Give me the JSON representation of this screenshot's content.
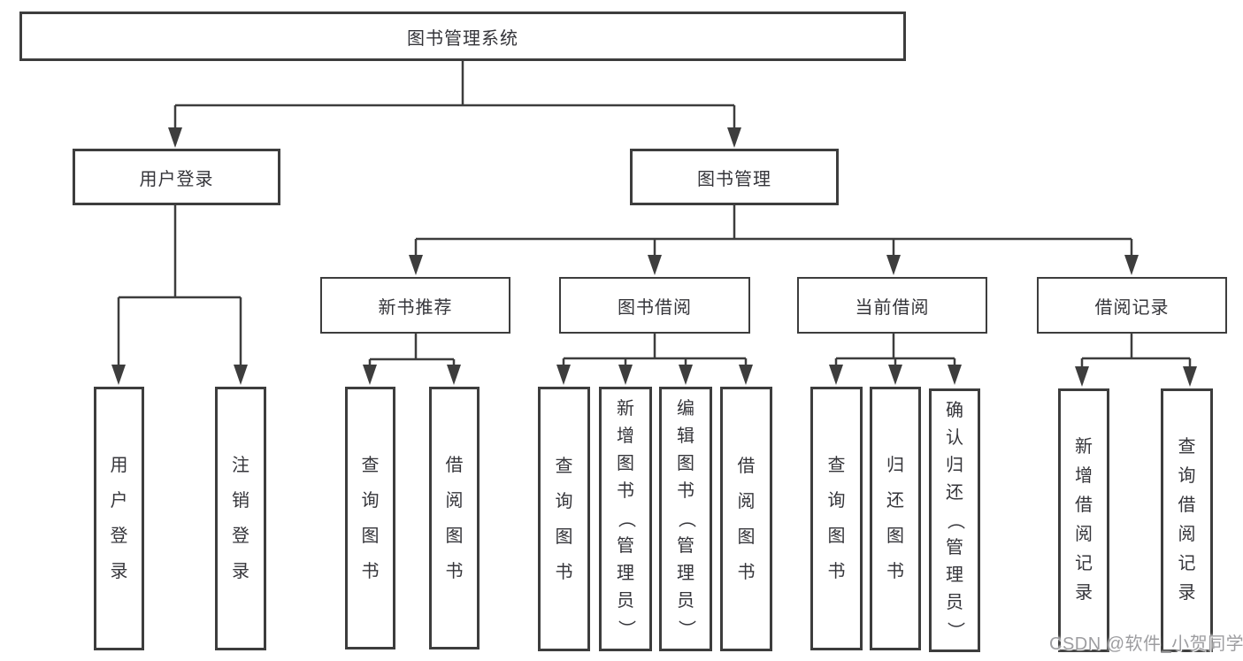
{
  "tree": {
    "root": {
      "label": "图书管理系统"
    },
    "user_login_branch": {
      "label": "用户登录",
      "children": [
        {
          "label": "用户登录"
        },
        {
          "label": "注销登录"
        }
      ]
    },
    "book_mgmt_branch": {
      "label": "图书管理",
      "groups": [
        {
          "label": "新书推荐",
          "children": [
            {
              "label": "查询图书"
            },
            {
              "label": "借阅图书"
            }
          ]
        },
        {
          "label": "图书借阅",
          "children": [
            {
              "label": "查询图书"
            },
            {
              "label": "新增图书（管理员）"
            },
            {
              "label": "编辑图书（管理员）"
            },
            {
              "label": "借阅图书"
            }
          ]
        },
        {
          "label": "当前借阅",
          "children": [
            {
              "label": "查询图书"
            },
            {
              "label": "归还图书"
            },
            {
              "label": "确认归还（管理员）"
            }
          ]
        },
        {
          "label": "借阅记录",
          "children": [
            {
              "label": "新增借阅记录"
            },
            {
              "label": "查询借阅记录"
            }
          ]
        }
      ]
    }
  },
  "watermark": "CSDN @软件_小贺同学",
  "colors": {
    "line": "#3d3d3d",
    "box_border": "#3d3d3d",
    "text": "#35353a",
    "background": "#ffffff",
    "watermark": "#9d9da0"
  }
}
